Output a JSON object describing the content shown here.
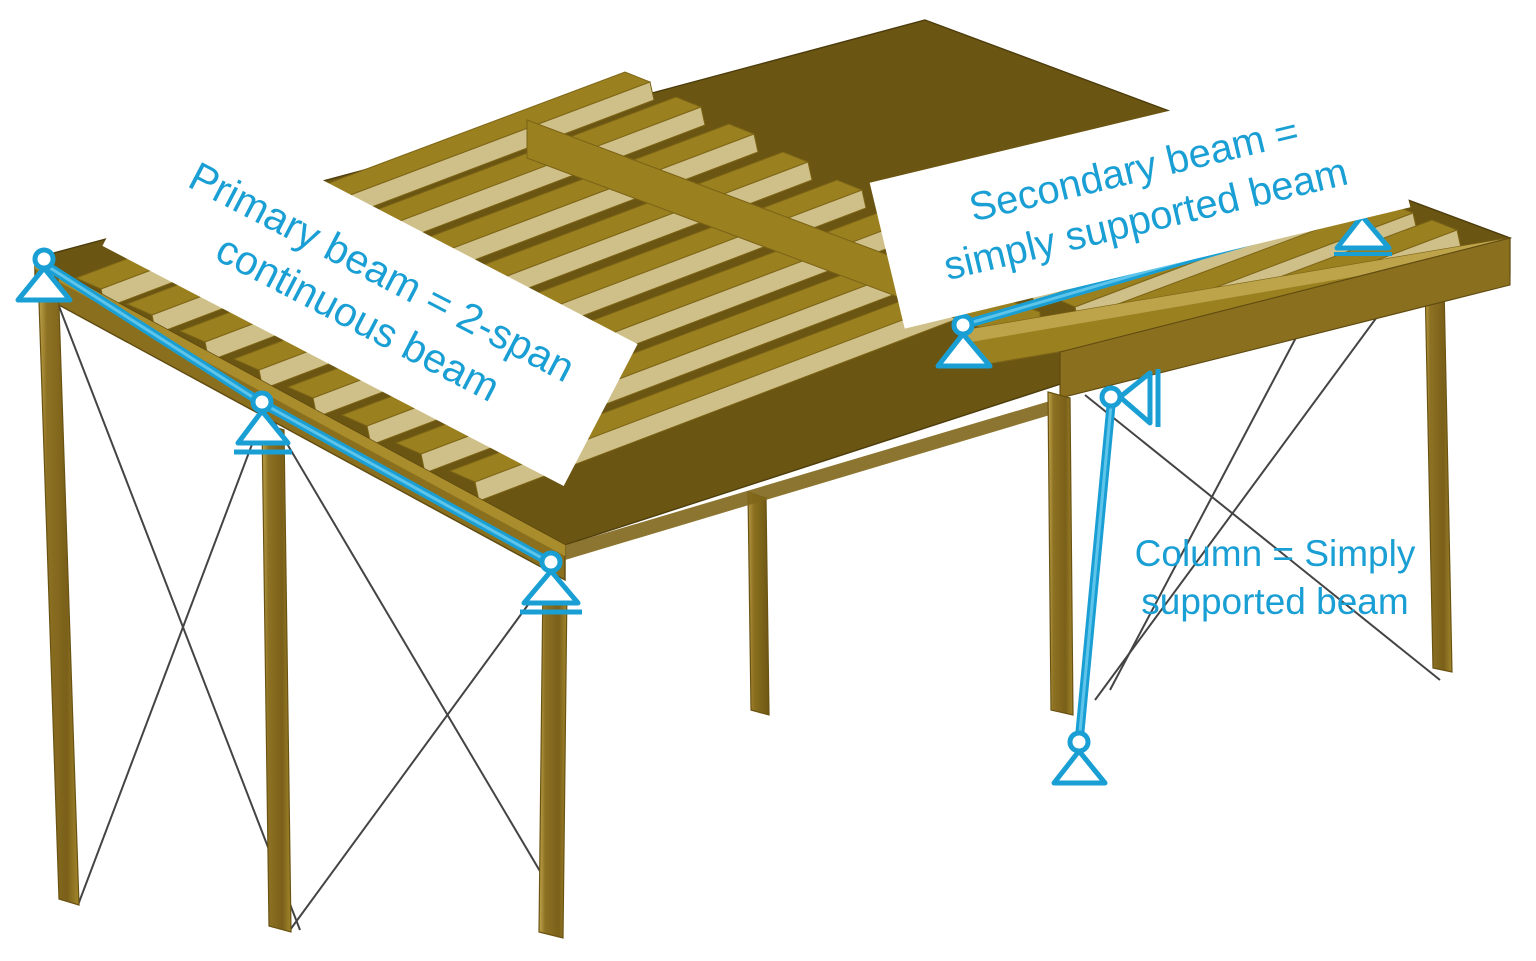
{
  "diagram": {
    "title": "Timber frame structural idealisation",
    "background_color": "#ffffff",
    "accent_color": "#1a9fd4",
    "wood_colors": {
      "deck_top": "#6b5512",
      "deck_soffit": "#9b8020",
      "joist_face": "#a98d22",
      "joist_light": "#d8caa0",
      "beam_side": "#8a6f1e",
      "beam_dark": "#6a5312",
      "column": "#8d7123",
      "column_light": "#c2a74e",
      "bracing_line": "#3a3a3a"
    }
  },
  "annotations": {
    "primary_beam": {
      "line1": "Primary beam = 2-span",
      "line2": "continuous beam",
      "style": "white-banner",
      "rotation_deg": 27.5
    },
    "secondary_beam": {
      "line1": "Secondary beam =",
      "line2": "simply supported beam",
      "style": "white-banner",
      "rotation_deg": -13.5
    },
    "column": {
      "line1": "Column = Simply",
      "line2": "supported beam",
      "style": "plain-text",
      "rotation_deg": 0
    }
  },
  "idealised_members": [
    {
      "name": "primary-beam",
      "type": "2-span continuous beam",
      "spans": 2,
      "supports": [
        "pin",
        "roller",
        "roller"
      ]
    },
    {
      "name": "secondary-beam",
      "type": "simply supported beam",
      "spans": 1,
      "supports": [
        "pin",
        "pin"
      ]
    },
    {
      "name": "column",
      "type": "simply supported beam",
      "spans": 1,
      "supports": [
        "roller",
        "pin"
      ]
    }
  ],
  "supports": [
    {
      "id": "primary-left",
      "kind": "pin",
      "member": "primary-beam"
    },
    {
      "id": "primary-mid",
      "kind": "roller",
      "member": "primary-beam"
    },
    {
      "id": "primary-right",
      "kind": "roller",
      "member": "primary-beam"
    },
    {
      "id": "secondary-left",
      "kind": "pin",
      "member": "secondary-beam"
    },
    {
      "id": "secondary-right",
      "kind": "pin",
      "member": "secondary-beam"
    },
    {
      "id": "column-top",
      "kind": "roller-rotated",
      "member": "column"
    },
    {
      "id": "column-base",
      "kind": "pin",
      "member": "column"
    }
  ],
  "structure": {
    "columns_count": 6,
    "joists_count": 12,
    "bracing": "X-bracing between column pairs",
    "deck": "timber joisted deck on primary and secondary beams"
  }
}
